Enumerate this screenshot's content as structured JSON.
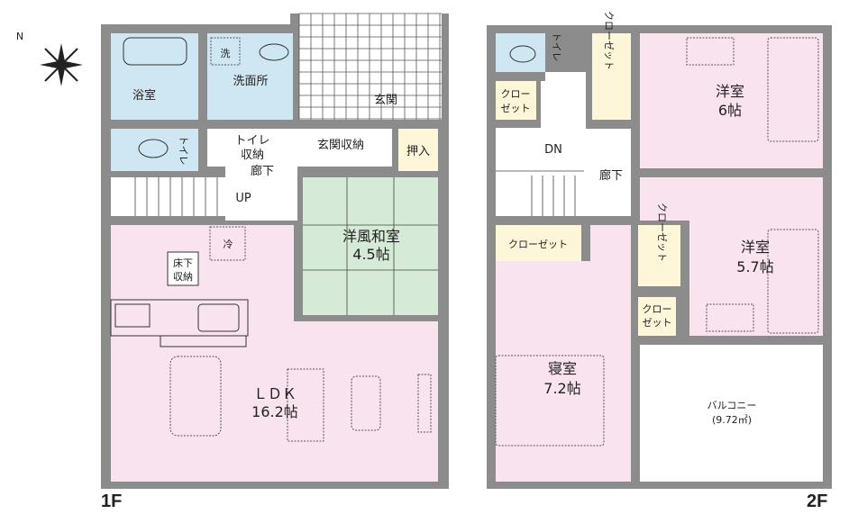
{
  "compass": {
    "north": "N"
  },
  "floor1": {
    "label": "1F",
    "rooms": {
      "bath": "浴室",
      "washroom": "洗面所",
      "washer": "洗",
      "entrance": "玄関",
      "entrance_storage": "玄関収納",
      "toilet": "トイレ",
      "toilet_storage_1": "トイレ",
      "toilet_storage_2": "収納",
      "corridor": "廊下",
      "closet": "押入",
      "stairs": "UP",
      "japanese_room": "洋風和室",
      "japanese_room_size": "4.5帖",
      "fridge": "冷",
      "underfloor_1": "床下",
      "underfloor_2": "収納",
      "ldk": "ＬＤＫ",
      "ldk_size": "16.2帖"
    }
  },
  "floor2": {
    "label": "2F",
    "rooms": {
      "toilet": "トイレ",
      "closet": "クローゼット",
      "closet_small_1": "クロー",
      "closet_small_2": "ゼット",
      "stairs": "DN",
      "corridor": "廊下",
      "western_room_1": "洋室",
      "western_room_1_size": "6帖",
      "western_room_2": "洋室",
      "western_room_2_size": "5.7帖",
      "bedroom": "寝室",
      "bedroom_size": "7.2帖",
      "balcony": "バルコニー",
      "balcony_area": "(9.72㎡)"
    }
  },
  "colors": {
    "wall": "#8c8c8c",
    "wet_area": "#cfe6f3",
    "living": "#f9e3ee",
    "tatami": "#d6ead8",
    "storage": "#fdf6d8"
  }
}
